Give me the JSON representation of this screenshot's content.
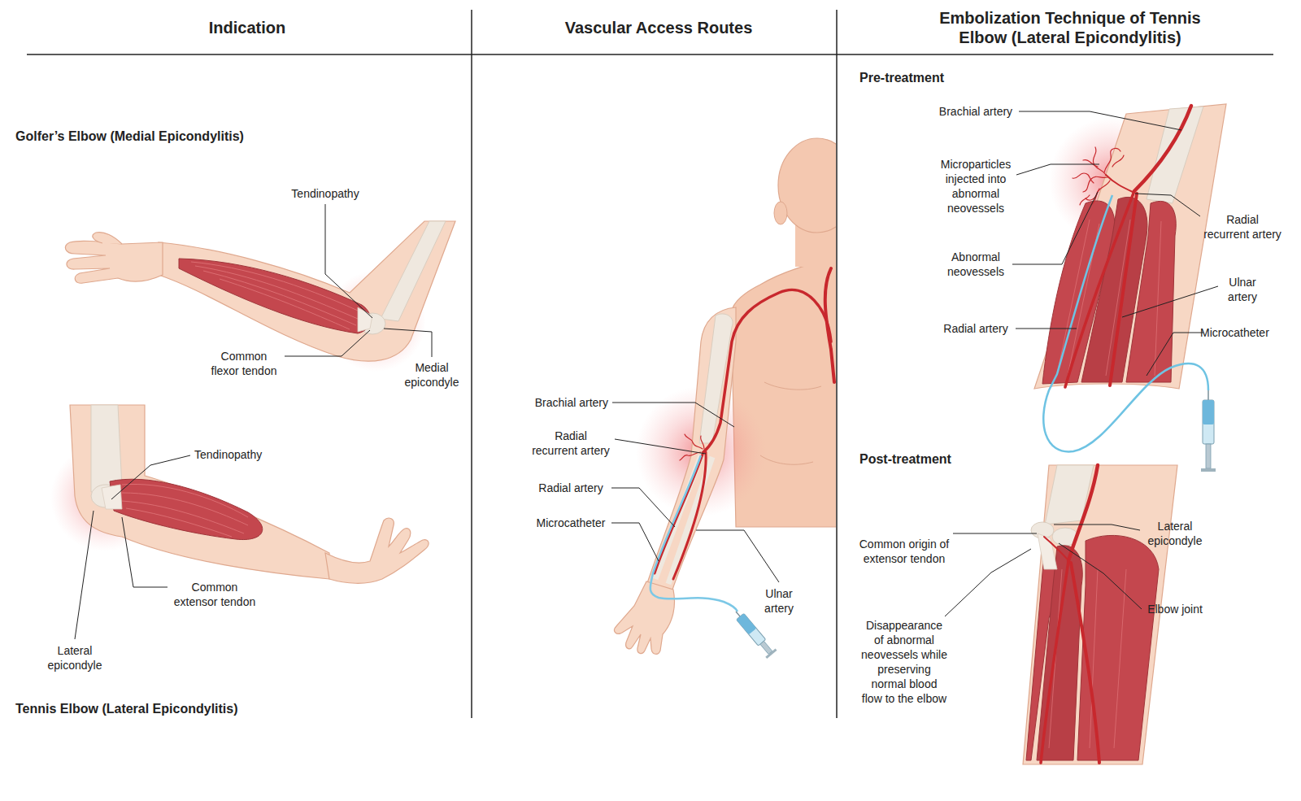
{
  "diagram": {
    "labels": [
      "Indication",
      "Vascular Access Routes",
      "Embolization Technique of Tennis Elbow (Lateral Epicondylitis)",
      "Golfer’s Elbow (Medial Epicondylitis)",
      "Tendinopathy",
      "Common flexor tendon",
      "Medial epicondyle",
      "Tendinopathy",
      "Common extensor tendon",
      "Lateral epicondyle",
      "Tennis Elbow (Lateral Epicondylitis)",
      "Brachial artery",
      "Radial recurrent artery",
      "Radial artery",
      "Microcatheter",
      "Ulnar artery",
      "Pre-treatment",
      "Brachial artery",
      "Microparticles injected into abnormal neovessels",
      "Abnormal neovessels",
      "Radial artery",
      "Radial recurrent artery",
      "Ulnar artery",
      "Microcatheter",
      "Post-treatment",
      "Common origin of extensor tendon",
      "Lateral epicondyle",
      "Elbow joint",
      "Disappearance of abnormal neovessels while preserving normal blood flow to the elbow"
    ]
  }
}
